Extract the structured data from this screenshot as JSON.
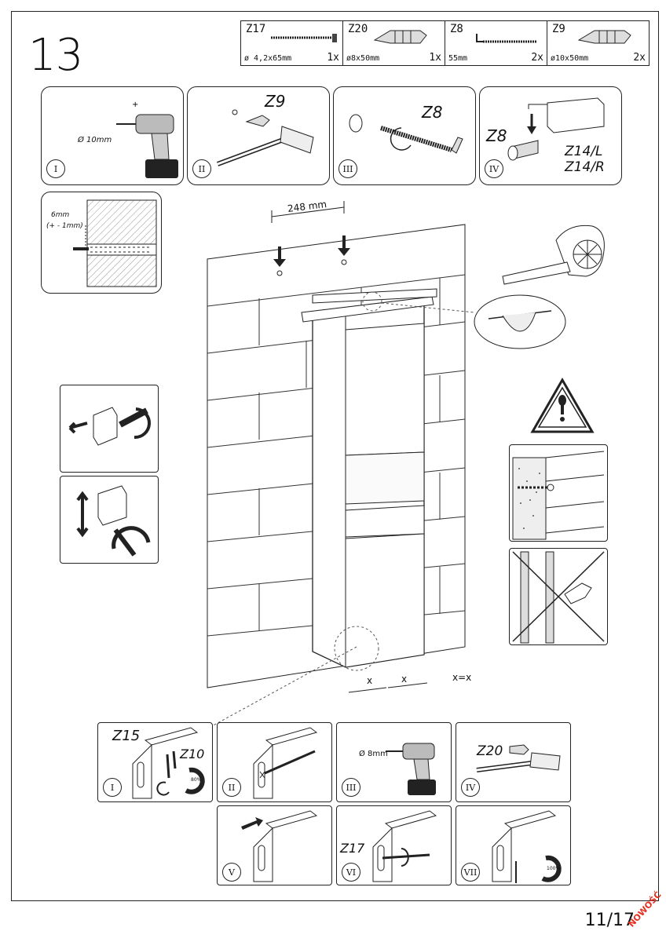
{
  "step_number": "13",
  "parts": [
    {
      "code": "Z17",
      "dim": "ø 4,2x65mm",
      "qty": "1x"
    },
    {
      "code": "Z20",
      "dim": "ø8x50mm",
      "qty": "1x"
    },
    {
      "code": "Z8",
      "dim": "55mm",
      "qty": "2x"
    },
    {
      "code": "Z9",
      "dim": "ø10x50mm",
      "qty": "2x"
    }
  ],
  "top_panels": [
    {
      "roman": "I",
      "text": "Ø 10mm"
    },
    {
      "roman": "II",
      "text": "Z9"
    },
    {
      "roman": "III",
      "text": "Z8"
    },
    {
      "roman": "IV",
      "text": "Z8",
      "text2": "Z14/L",
      "text3": "Z14/R"
    }
  ],
  "detail": {
    "depth": "6mm",
    "tolerance": "(+ - 1mm)"
  },
  "main": {
    "spacing": "248 mm",
    "x1": "x",
    "x2": "x",
    "eq": "x=x"
  },
  "bottom_panels": [
    {
      "roman": "I",
      "text": "Z15",
      "text2": "Z10",
      "pct": "80%"
    },
    {
      "roman": "II"
    },
    {
      "roman": "III",
      "text": "Ø 8mm"
    },
    {
      "roman": "IV",
      "text": "Z20"
    },
    {
      "roman": "V"
    },
    {
      "roman": "VI",
      "text": "Z17"
    },
    {
      "roman": "VII",
      "pct": "100%"
    }
  ],
  "footer": {
    "page": "11/17",
    "badge": "NOWOŚĆ"
  }
}
